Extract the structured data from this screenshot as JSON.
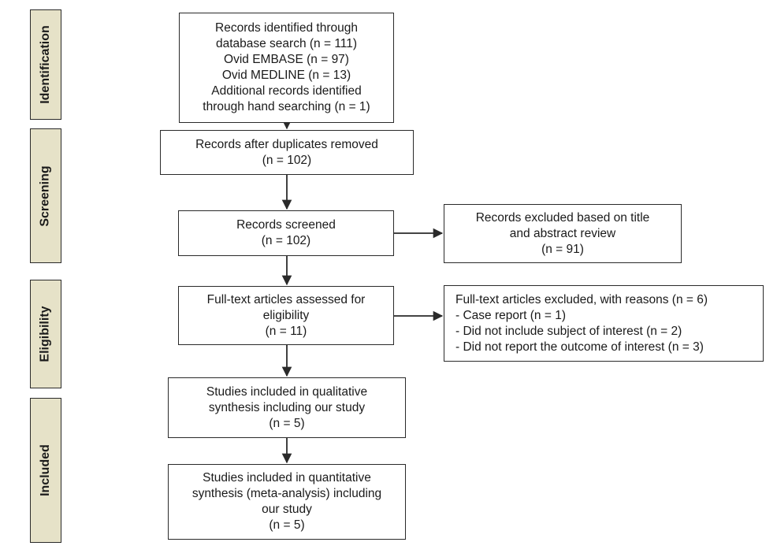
{
  "stages": {
    "identification": "Identification",
    "screening": "Screening",
    "eligibility": "Eligibility",
    "included": "Included"
  },
  "boxes": {
    "identified": [
      "Records identified through",
      "database search (n = 111)",
      "Ovid EMBASE (n = 97)",
      "Ovid MEDLINE (n = 13)",
      "Additional records identified",
      "through hand searching (n = 1)"
    ],
    "after_duplicates": [
      "Records after duplicates removed",
      "(n = 102)"
    ],
    "screened": [
      "Records screened",
      "(n = 102)"
    ],
    "excluded_title": [
      "Records excluded based on title",
      "and abstract review",
      "(n = 91)"
    ],
    "fulltext_assessed": [
      "Full-text articles assessed for",
      "eligibility",
      "(n = 11)"
    ],
    "fulltext_excluded": [
      "Full-text articles excluded, with reasons (n = 6)",
      "-  Case report (n = 1)",
      "-  Did not include subject of interest (n = 2)",
      "-  Did not report the outcome of interest (n = 3)"
    ],
    "qualitative": [
      "Studies included in qualitative",
      "synthesis including our study",
      "(n = 5)"
    ],
    "quantitative": [
      "Studies included in quantitative",
      "synthesis (meta-analysis) including",
      "our study",
      "(n = 5)"
    ]
  }
}
